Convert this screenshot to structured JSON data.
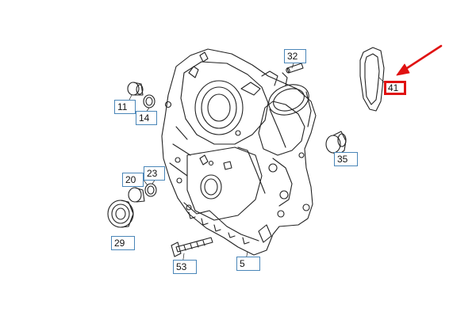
{
  "callouts": {
    "c5": {
      "label": "5"
    },
    "c11": {
      "label": "11"
    },
    "c14": {
      "label": "14"
    },
    "c20": {
      "label": "20"
    },
    "c23": {
      "label": "23"
    },
    "c29": {
      "label": "29"
    },
    "c32": {
      "label": "32"
    },
    "c35": {
      "label": "35"
    },
    "c41": {
      "label": "41"
    },
    "c53": {
      "label": "53"
    }
  },
  "colors": {
    "callout_border": "#4a86b8",
    "highlight": "#e01212",
    "line_art": "#222222"
  },
  "icons": {
    "pointer": "red-arrow-icon"
  }
}
